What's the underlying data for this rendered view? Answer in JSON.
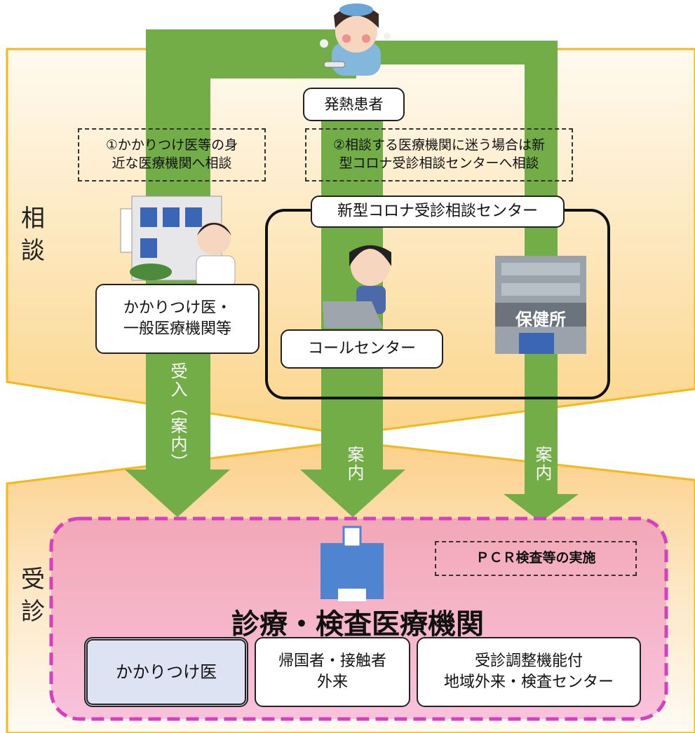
{
  "title": "相談・受診の流れ",
  "sections": {
    "consult": "相\n談",
    "visit": "受\n診"
  },
  "patient": {
    "label": "発熱患者",
    "icon": "fever-patient-icon"
  },
  "notes": {
    "route1": "①かかりつけ医等の身\n近な医療機関へ相談",
    "route2": "②相談する医療機関に迷う場合は新\n型コロナ受診相談センターへ相談"
  },
  "center": {
    "title": "新型コロナ受診相談センター",
    "call_center": "コールセンター",
    "call_center_icon": "operator-icon",
    "health_center": "保健所"
  },
  "clinic": {
    "label": "かかりつけ医・\n一般医療機関等",
    "icon": "doctor-clinic-icon"
  },
  "arrows": {
    "left": "受入（案内）",
    "middle": "案内",
    "right": "案内"
  },
  "hospital": {
    "title": "診療・検査医療機関",
    "pcr": "ＰＣＲ検査等の実施",
    "icon": "hospital-icon",
    "boxes": [
      "かかりつけ医",
      "帰国者・接触者\n外来",
      "受診調整機能付\n地域外来・検査センター"
    ]
  },
  "colors": {
    "arrow": "#72ad47",
    "band": "#fbd890",
    "band_border": "#f5b81c",
    "magenta": "#d63fbd",
    "pink": "#f4a7b9",
    "light_blue": "#dde3f2"
  }
}
